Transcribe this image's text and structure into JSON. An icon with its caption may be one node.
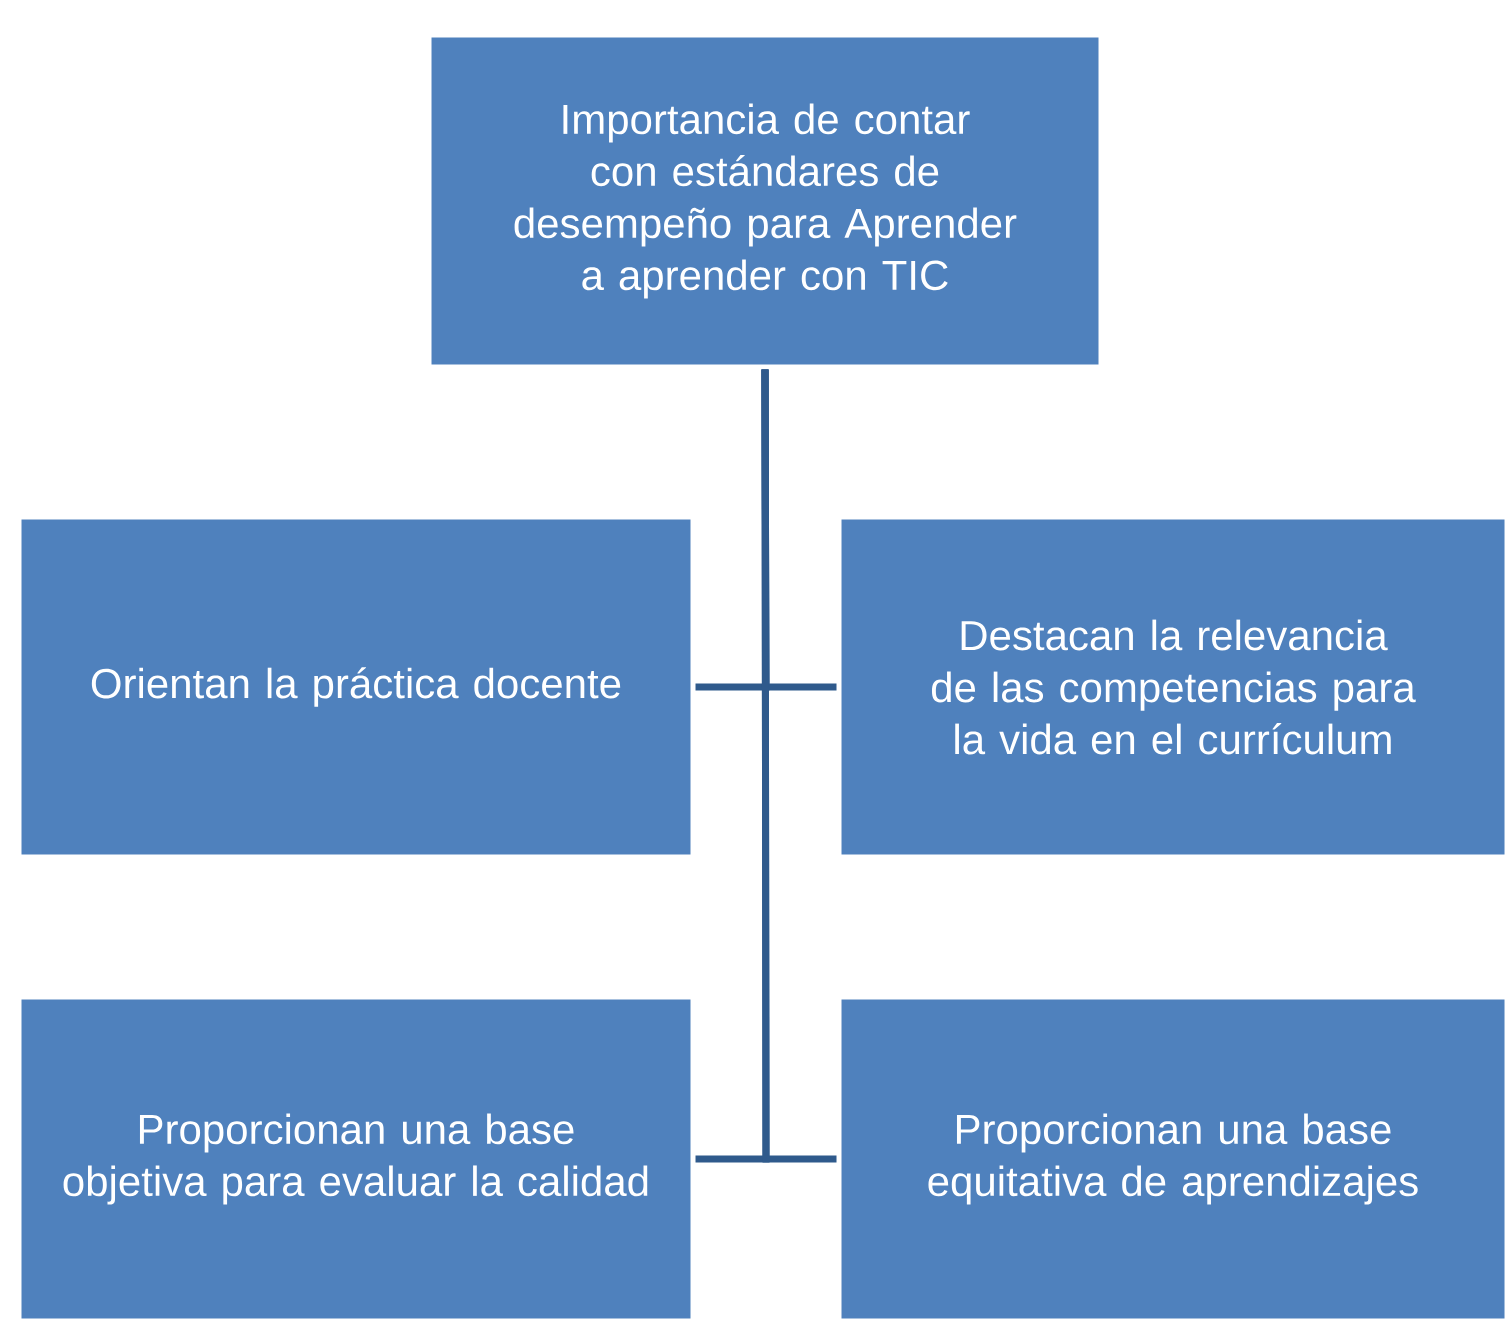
{
  "diagram": {
    "nodes": [
      {
        "text": [
          "Importancia de contar con estándares de desempeño para Aprender a aprender con TIC"
        ]
      },
      {
        "text": [
          "Orientan la práctica docente"
        ]
      },
      {
        "text": [
          "Destacan la relevancia de las competencias para la vida en el currículum"
        ]
      },
      {
        "text": [
          "Proporcionan una base objetiva para evaluar la calidad"
        ]
      },
      {
        "text": [
          "Proporcionan una base equitativa de aprendizajes"
        ]
      }
    ],
    "edges": [
      {
        "from": 0,
        "to": 1,
        "arrow": "none"
      },
      {
        "from": 0,
        "to": 2,
        "arrow": "none"
      },
      {
        "from": 0,
        "to": 3,
        "arrow": "none"
      },
      {
        "from": 0,
        "to": 4,
        "arrow": "none"
      }
    ]
  }
}
